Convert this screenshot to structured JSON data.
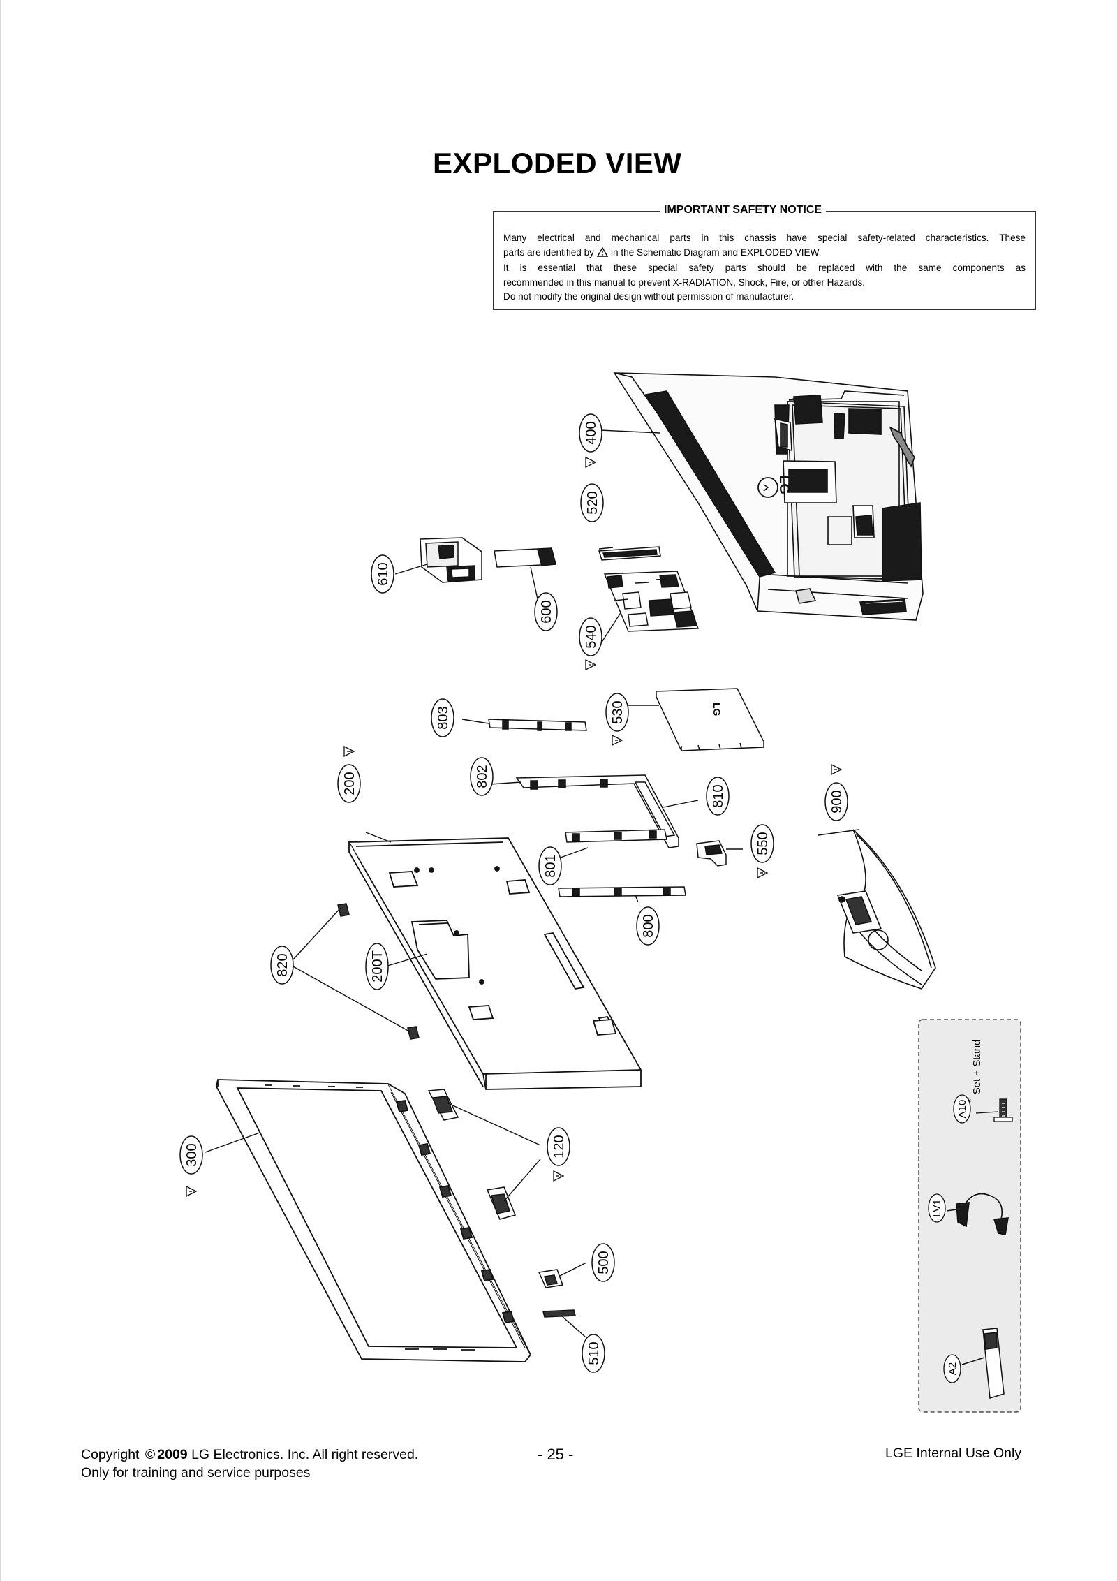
{
  "page": {
    "title": "EXPLODED VIEW",
    "page_number": "- 25 -"
  },
  "notice": {
    "heading": "IMPORTANT SAFETY NOTICE",
    "line1": "Many electrical and mechanical parts in this chassis have special safety-related characteristics. These",
    "line2_before": "parts are identified by",
    "line2_after": "in the Schematic Diagram and EXPLODED VIEW.",
    "line3": "It is essential that these special safety parts should be replaced with the same components as",
    "line4": "recommended in this manual to prevent X-RADIATION, Shock, Fire, or other Hazards.",
    "line5": "Do not modify the original design without permission of manufacturer."
  },
  "parts": {
    "p400": "400",
    "p520": "520",
    "p610": "610",
    "p600": "600",
    "p540": "540",
    "p803": "803",
    "p530": "530",
    "p200": "200",
    "p802": "802",
    "p810": "810",
    "p900": "900",
    "p801": "801",
    "p550": "550",
    "p800": "800",
    "p820": "820",
    "p200T": "200T",
    "p300": "300",
    "p120": "120",
    "p500": "500",
    "p510": "510",
    "pA10": "A10",
    "pLV1": "LV1",
    "pA2": "A2"
  },
  "accessory": {
    "label": "Set + Stand",
    "star": "*"
  },
  "footer": {
    "copyright_prefix": "Copyright",
    "copyright_symbol": "©",
    "year": "2009",
    "copyright_rest": "LG Electronics. Inc. All right reserved.",
    "training": "Only for training and service purposes",
    "internal": "LGE Internal Use Only"
  },
  "colors": {
    "line": "#111111",
    "fill_dark": "#1a1a1a",
    "fill_mid": "#9a9a9a",
    "fill_light": "#e6e6e6",
    "accessory_bg": "#ebebeb"
  }
}
